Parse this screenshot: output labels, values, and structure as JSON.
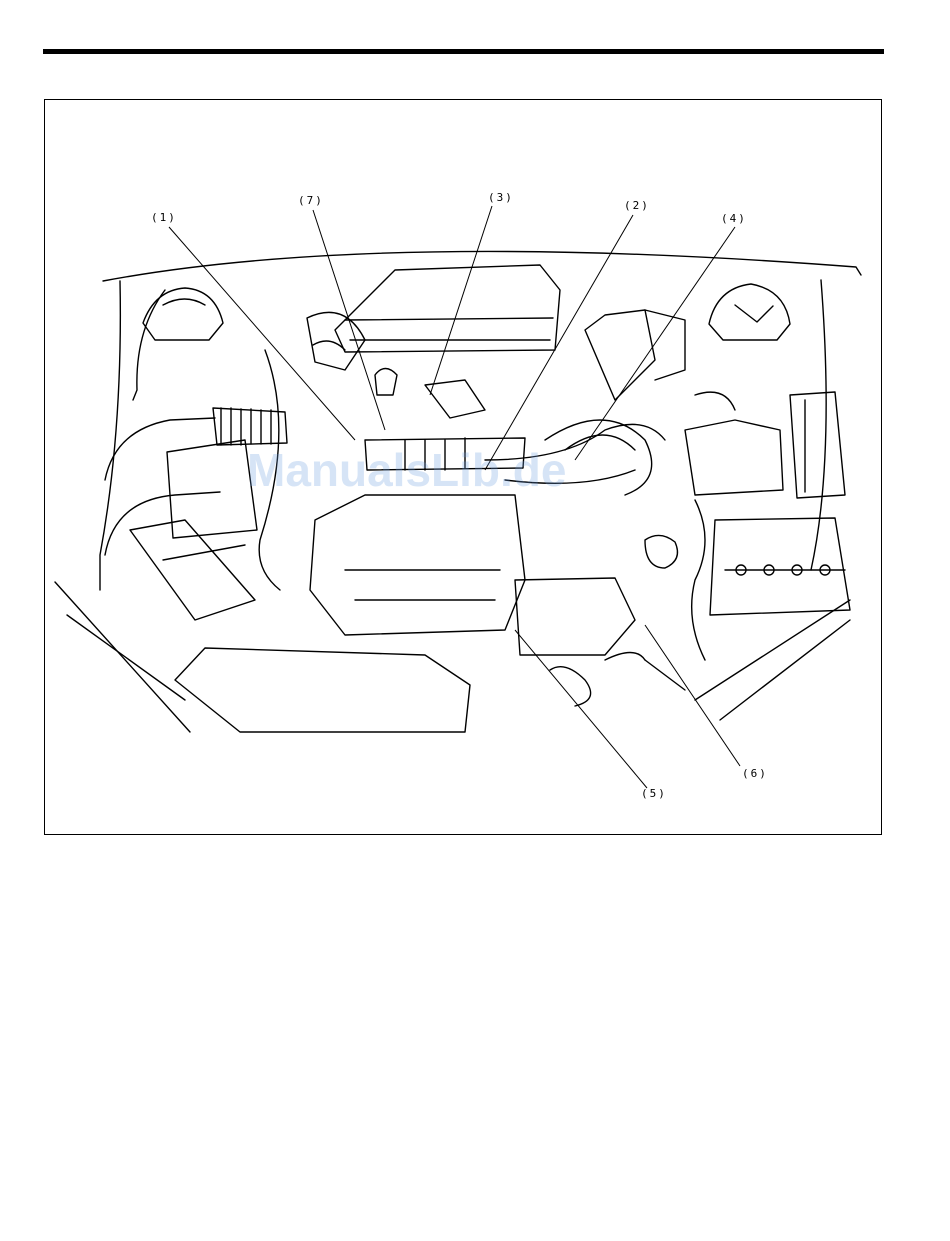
{
  "figure": {
    "callouts": [
      {
        "id": "1",
        "label": "(1)"
      },
      {
        "id": "7",
        "label": "(7)"
      },
      {
        "id": "3",
        "label": "(3)"
      },
      {
        "id": "2",
        "label": "(2)"
      },
      {
        "id": "4",
        "label": "(4)"
      },
      {
        "id": "6",
        "label": "(6)"
      },
      {
        "id": "5",
        "label": "(5)"
      }
    ],
    "watermark": "ManualsLib.de",
    "colors": {
      "ink": "#000000",
      "watermark": "#6f9fdf"
    }
  }
}
